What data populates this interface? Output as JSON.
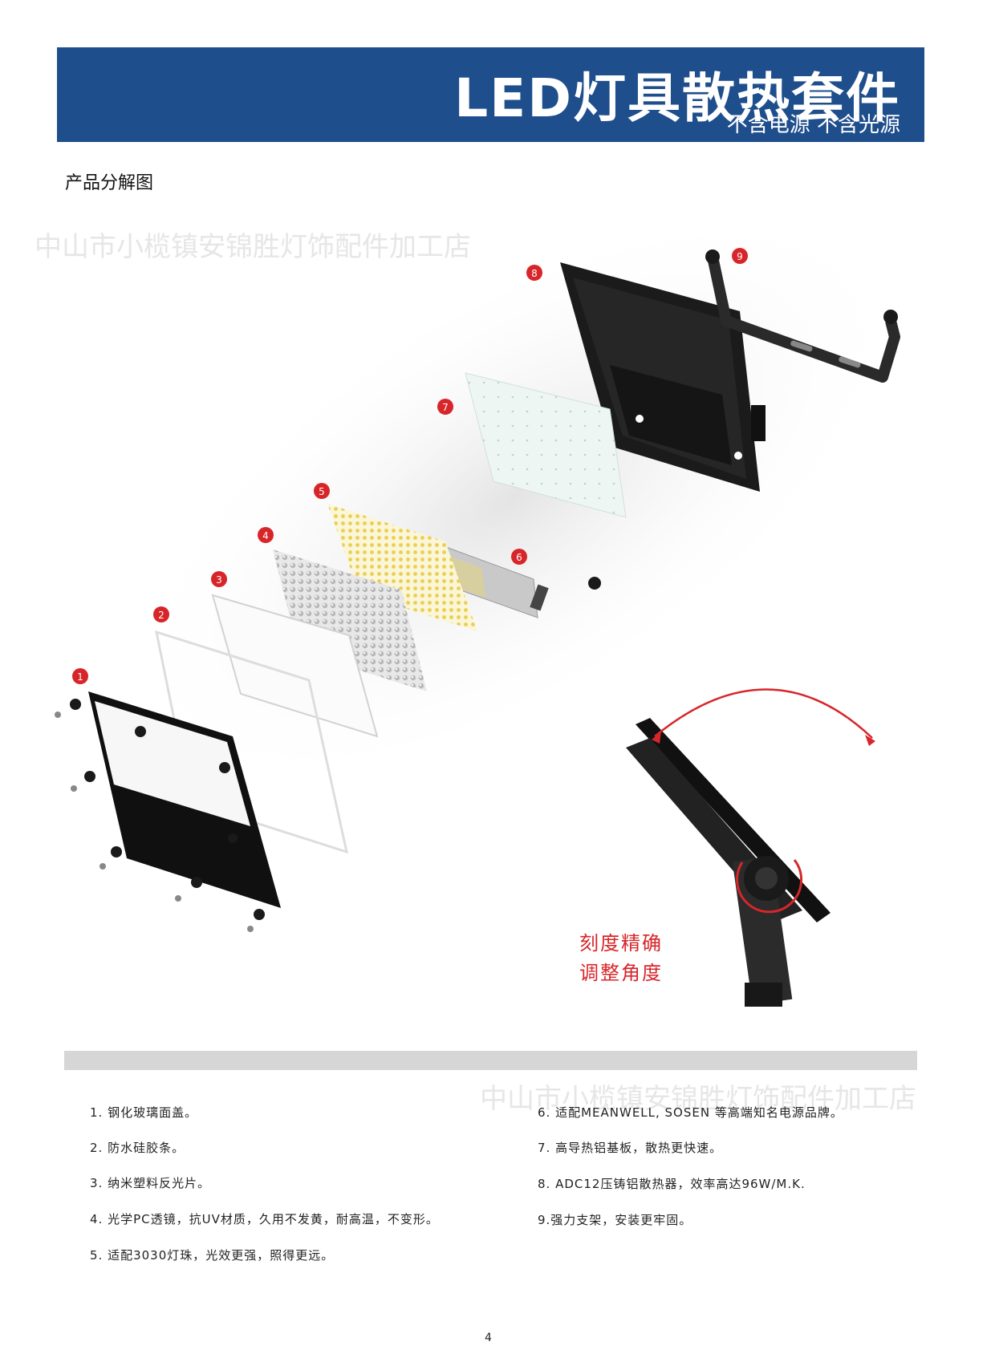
{
  "header": {
    "title": "LED灯具散热套件",
    "subtitle": "不含电源 不含光源"
  },
  "section_title": "产品分解图",
  "watermark": "中山市小榄镇安锦胜灯饰配件加工店",
  "part_markers": [
    "1",
    "2",
    "3",
    "4",
    "5",
    "6",
    "7",
    "8",
    "9"
  ],
  "adjust_caption": {
    "line1": "刻度精确",
    "line2": "调整角度"
  },
  "specs_left": [
    "1. 钢化玻璃面盖。",
    "2. 防水硅胶条。",
    "3. 纳米塑料反光片。",
    "4. 光学PC透镜，抗UV材质，久用不发黄，耐高温，不变形。",
    "5. 适配3030灯珠，光效更强，照得更远。"
  ],
  "specs_right": [
    "6. 适配MEANWELL, SOSEN 等高端知名电源品牌。",
    "7. 高导热铝基板，散热更快速。",
    "8. ADC12压铸铝散热器，效率高达96W/M.K.",
    "9.强力支架，安装更牢固。"
  ],
  "colors": {
    "banner": "#1f4e8c",
    "marker": "#d7262a",
    "caption": "#d7262a"
  },
  "page_number": "4"
}
